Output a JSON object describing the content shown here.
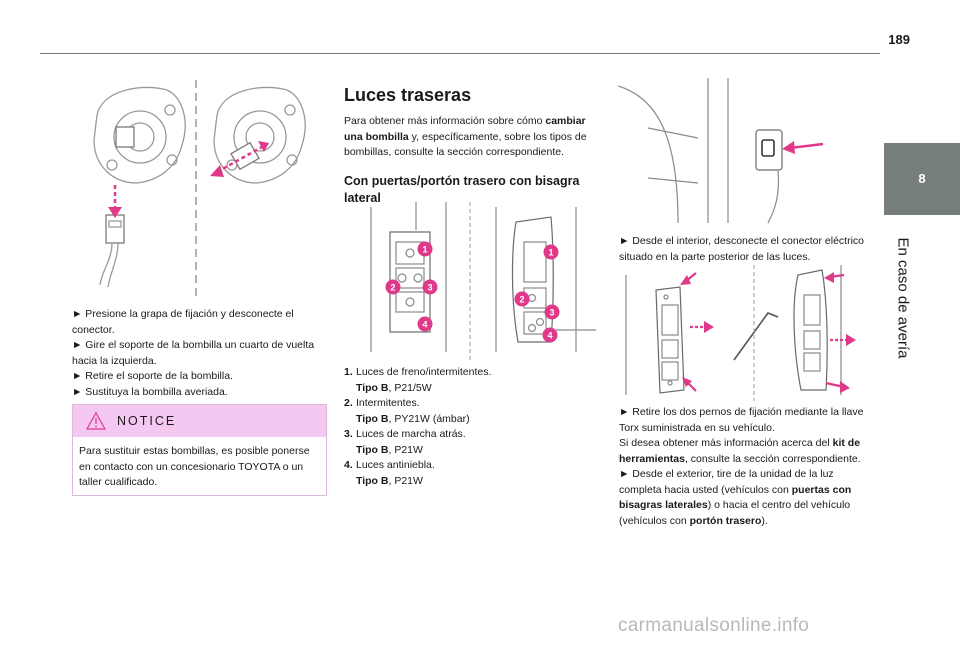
{
  "page_number": "189",
  "chapter_tab": "8",
  "chapter_title": "En caso de avería",
  "col1": {
    "steps": [
      "► Presione la grapa de fijación y desconecte el conector.",
      "► Gire el soporte de la bombilla un cuarto de vuelta hacia la izquierda.",
      "► Retire el soporte de la bombilla.",
      "► Sustituya la bombilla averiada."
    ],
    "notice": {
      "label": "NOTICE",
      "text": "Para sustituir estas bombillas, es posible ponerse en contacto con un concesionario TOYOTA o un taller cualificado."
    }
  },
  "col2": {
    "title": "Luces traseras",
    "intro_a": "Para obtener más información sobre cómo ",
    "intro_b": "cambiar una bombilla",
    "intro_c": " y, específicamente, sobre los tipos de bombillas, consulte la sección correspondiente.",
    "subtitle": "Con puertas/portón trasero con bisagra lateral",
    "lamps": [
      {
        "n": "1.",
        "name": "Luces de freno/intermitentes.",
        "type_label": "Tipo B",
        "type_value": ", P21/5W"
      },
      {
        "n": "2.",
        "name": "Intermitentes.",
        "type_label": "Tipo B",
        "type_value": ", PY21W (ámbar)"
      },
      {
        "n": "3.",
        "name": "Luces de marcha atrás.",
        "type_label": "Tipo B",
        "type_value": ", P21W"
      },
      {
        "n": "4.",
        "name": "Luces antiniebla.",
        "type_label": "Tipo B",
        "type_value": ", P21W"
      }
    ],
    "callouts": [
      "1",
      "2",
      "3",
      "4"
    ]
  },
  "col3": {
    "step1": "► Desde el interior, desconecte el conector eléctrico situado en la parte posterior de las luces.",
    "p1": "► Retire los dos pernos de fijación mediante la llave Torx suministrada en su vehículo.",
    "p2a": "Si desea obtener más información acerca del ",
    "p2b": "kit de herramientas",
    "p2c": ", consulte la sección correspondiente.",
    "p3a": "► Desde el exterior, tire de la unidad de la luz completa hacia usted (vehículos con ",
    "p3b": "puertas con bisagras laterales",
    "p3c": ") o hacia el centro del vehículo (vehículos con ",
    "p3d": "portón trasero",
    "p3e": ")."
  },
  "watermark": "carmanualsonline.info",
  "colors": {
    "accent": "#e0398a",
    "tab": "#767d7d",
    "notice_bg": "#f4c8f0"
  }
}
